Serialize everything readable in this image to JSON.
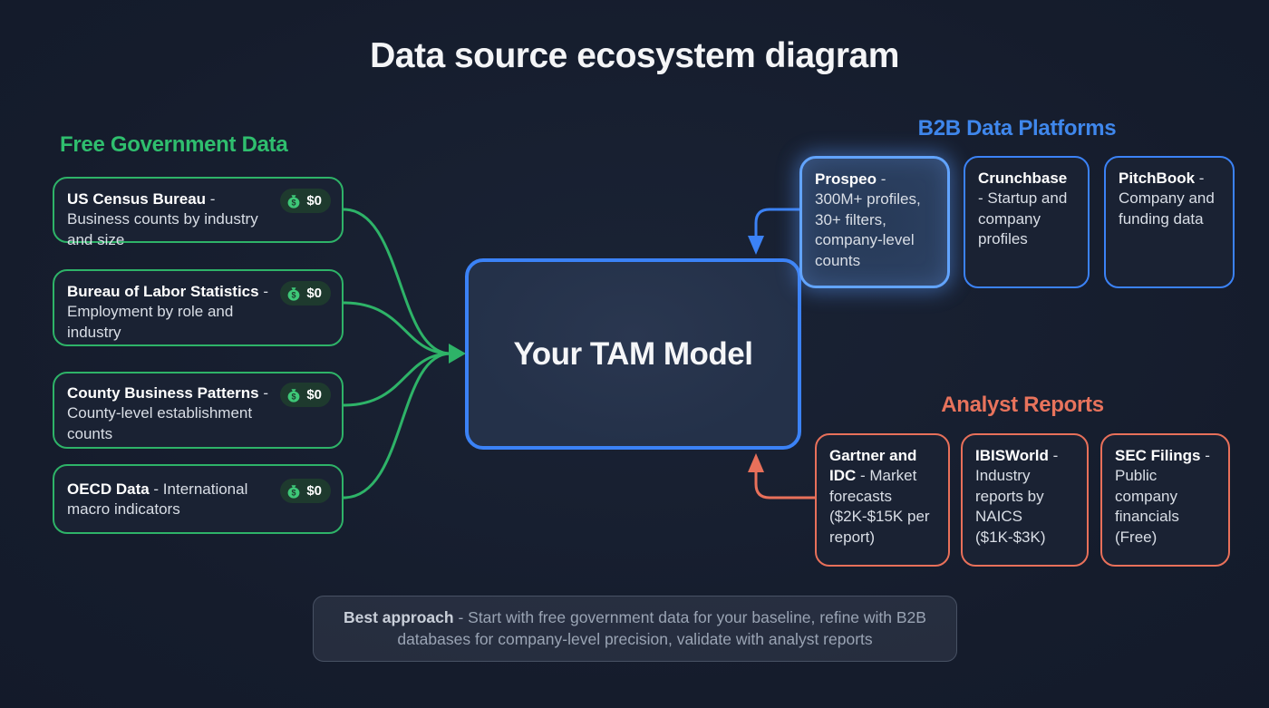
{
  "title": "Data source ecosystem diagram",
  "colors": {
    "background": "#161c2c",
    "green": "#2eb368",
    "green_heading": "#2fbe6e",
    "blue": "#3b82f6",
    "blue_heading": "#3f87ec",
    "coral": "#e8705a",
    "coral_heading": "#e8735c",
    "badge_background": "#1e3a2e",
    "tam_fill": "#253148"
  },
  "icons": {
    "money_bag_symbol": "$"
  },
  "free_government": {
    "heading": "Free Government Data",
    "items": [
      {
        "name": "US Census Bureau",
        "desc": "- Business counts by industry and size",
        "badge": "$0"
      },
      {
        "name": "Bureau of Labor Statistics",
        "desc": "- Employment by role and industry",
        "badge": "$0"
      },
      {
        "name": "County Business Patterns",
        "desc": "- County-level establishment counts",
        "badge": "$0"
      },
      {
        "name": "OECD Data",
        "desc": "- International macro indicators",
        "badge": "$0"
      }
    ]
  },
  "tam": {
    "label": "Your TAM Model"
  },
  "b2b": {
    "heading": "B2B Data Platforms",
    "items": [
      {
        "name": "Prospeo",
        "desc": "- 300M+ profiles, 30+ filters, company-level counts",
        "highlighted": true
      },
      {
        "name": "Crunchbase",
        "desc": "- Startup and company profiles",
        "highlighted": false
      },
      {
        "name": "PitchBook",
        "desc": "- Company and funding data",
        "highlighted": false
      }
    ]
  },
  "analyst": {
    "heading": "Analyst Reports",
    "items": [
      {
        "name": "Gartner and IDC",
        "desc": "- Market forecasts ($2K-$15K per report)"
      },
      {
        "name": "IBISWorld",
        "desc": "- Industry reports by NAICS ($1K-$3K)"
      },
      {
        "name": "SEC Filings",
        "desc": "- Public company financials (Free)"
      }
    ]
  },
  "note": {
    "lead": "Best approach",
    "text": "- Start with free government data for your baseline, refine with B2B databases for company-level precision, validate with analyst reports"
  }
}
